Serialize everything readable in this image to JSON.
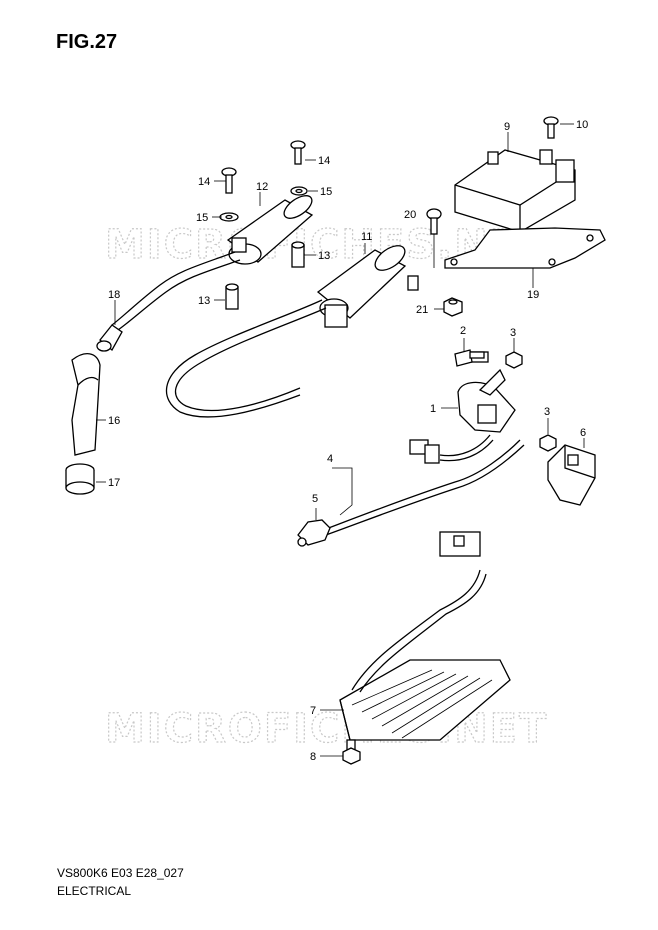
{
  "figure": {
    "title": "FIG.27",
    "model_code": "VS800K6 E03 E28_027",
    "section": "ELECTRICAL"
  },
  "watermark": {
    "text": "MICROFICHES.NET",
    "color": "#c8c8c8"
  },
  "callouts": [
    {
      "num": "1"
    },
    {
      "num": "2"
    },
    {
      "num": "3"
    },
    {
      "num": "3"
    },
    {
      "num": "4"
    },
    {
      "num": "5"
    },
    {
      "num": "6"
    },
    {
      "num": "7"
    },
    {
      "num": "8"
    },
    {
      "num": "9"
    },
    {
      "num": "10"
    },
    {
      "num": "11"
    },
    {
      "num": "12"
    },
    {
      "num": "13"
    },
    {
      "num": "13"
    },
    {
      "num": "14"
    },
    {
      "num": "14"
    },
    {
      "num": "15"
    },
    {
      "num": "15"
    },
    {
      "num": "16"
    },
    {
      "num": "17"
    },
    {
      "num": "18"
    },
    {
      "num": "19"
    },
    {
      "num": "20"
    },
    {
      "num": "21"
    }
  ]
}
